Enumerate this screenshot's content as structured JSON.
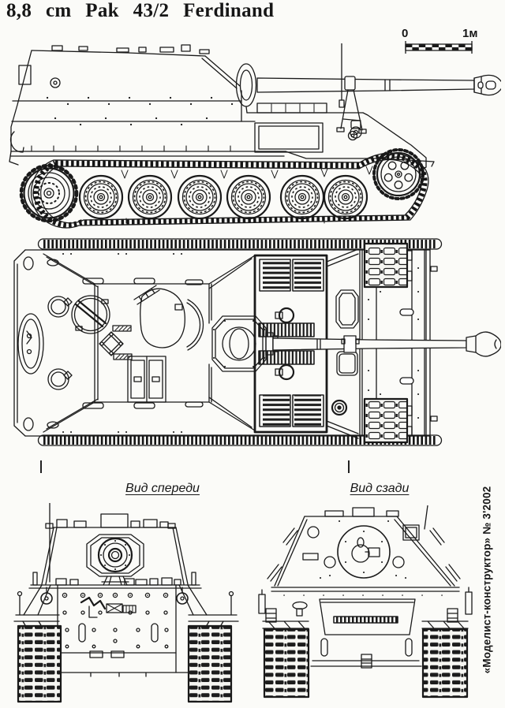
{
  "title": "8,8 cm Pak 43/2 Ferdinand",
  "scale_bar": {
    "start_label": "0",
    "end_label": "1м"
  },
  "view_labels": {
    "front": "Вид спереди",
    "rear": "Вид сзади"
  },
  "credit": "«Моделист-конструктор» № 3'2002",
  "colors": {
    "paper": "#fbfbf8",
    "ink": "#1a1a1a"
  }
}
